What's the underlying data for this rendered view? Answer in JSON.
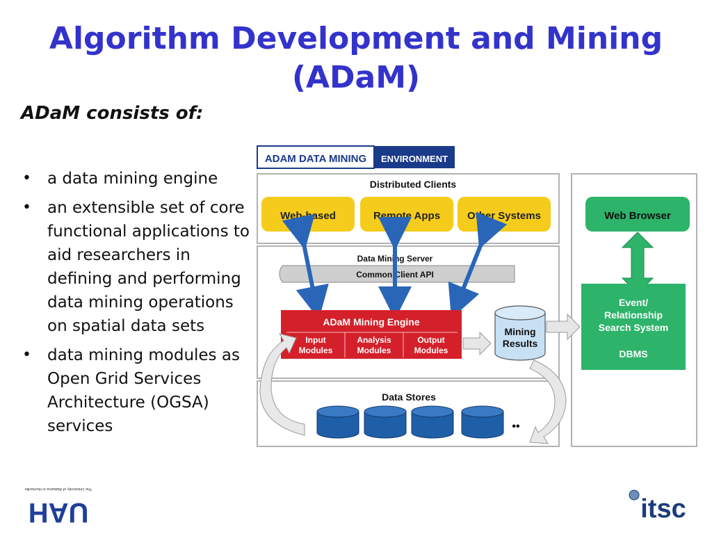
{
  "title_line1": "Algorithm Development and Mining",
  "title_line2": "(ADaM)",
  "subheading": "ADaM consists of:",
  "bullets": [
    "a data mining engine",
    "an extensible set of core functional applications to aid researchers in defining and performing data mining operations on spatial data sets",
    "data mining modules as Open Grid Services Architecture (OGSA) services"
  ],
  "diagram": {
    "banner_left": "ADAM DATA MINING",
    "banner_right": "ENVIRONMENT",
    "distributed_clients": "Distributed Clients",
    "web_based": "Web-based",
    "remote_apps": "Remote Apps",
    "other_systems": "Other Systems",
    "web_browser": "Web Browser",
    "data_mining_server": "Data Mining Server",
    "common_client_api": "Common Client API",
    "mining_engine": "ADaM Mining Engine",
    "input_modules_1": "Input",
    "input_modules_2": "Modules",
    "analysis_modules_1": "Analysis",
    "analysis_modules_2": "Modules",
    "output_modules_1": "Output",
    "output_modules_2": "Modules",
    "mining_results_1": "Mining",
    "mining_results_2": "Results",
    "event_1": "Event/",
    "event_2": "Relationship",
    "event_3": "Search System",
    "dbms": "DBMS",
    "data_stores": "Data Stores",
    "ellipsis": "••"
  },
  "logo_uah_caption": "The University of Alabama in Huntsville",
  "logo_uah_text": "UAH",
  "logo_itsc_text": "itsc",
  "colors": {
    "title": "#3333cc",
    "banner_blue": "#1a3a8a",
    "yellow": "#f5cc1c",
    "green": "#2db36a",
    "red": "#d4202a",
    "cylinder_blue": "#1f5fa8",
    "arrow_blue": "#2a66b8",
    "uah_blue": "#1f3f9a",
    "itsc_blue": "#1b3d7a"
  }
}
